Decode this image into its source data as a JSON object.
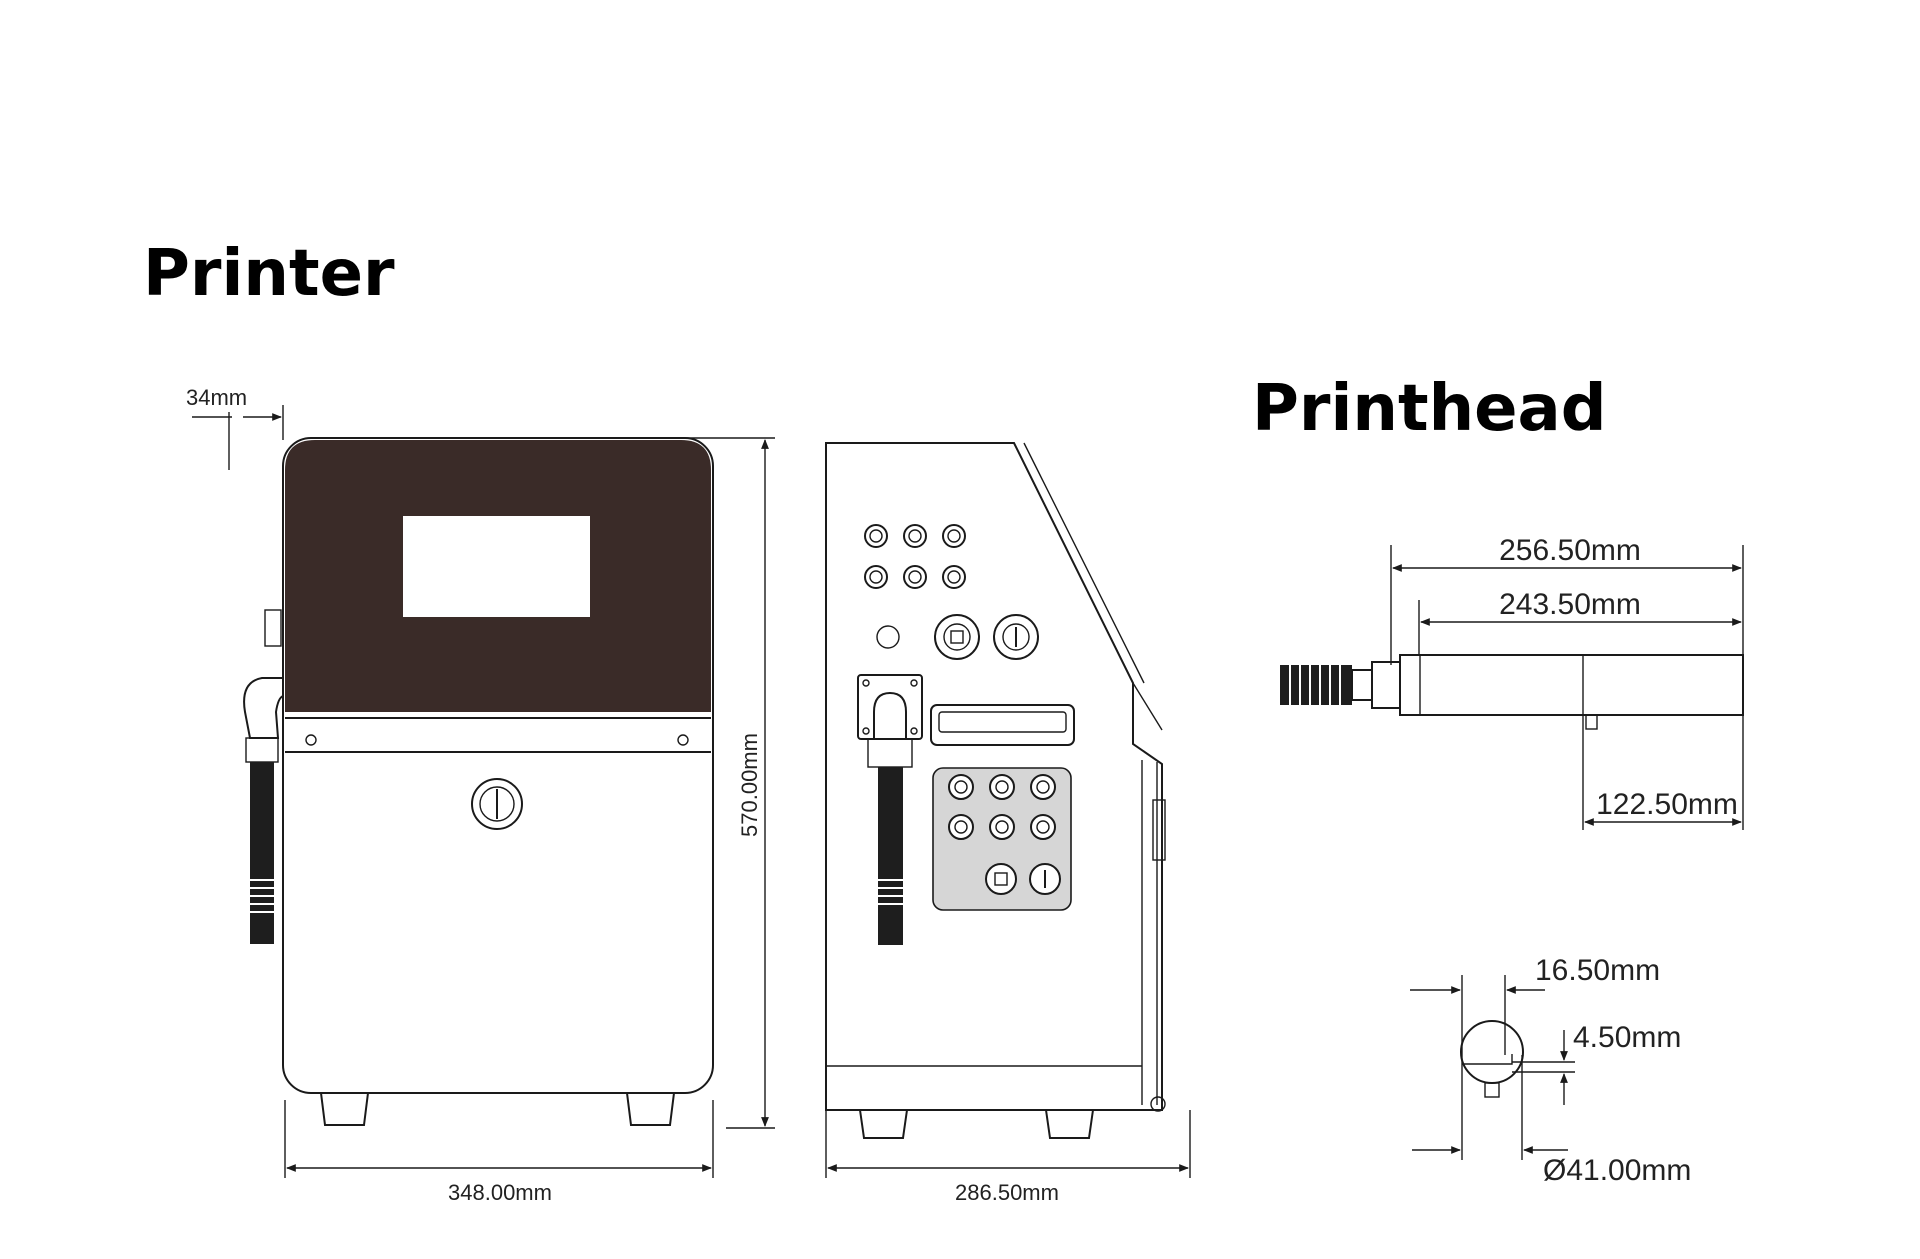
{
  "titles": {
    "printer": "Printer",
    "printhead": "Printhead"
  },
  "printer": {
    "dims": {
      "hose_offset": "34mm",
      "height": "570.00mm",
      "front_width": "348.00mm",
      "side_depth": "286.50mm"
    }
  },
  "printhead": {
    "dims": {
      "total_length": "256.50mm",
      "body_length": "243.50mm",
      "nozzle_position": "122.50mm",
      "nozzle_offset": "16.50mm",
      "nozzle_height": "4.50mm",
      "diameter": "Ø41.00mm"
    }
  },
  "colors": {
    "line": "#1a1a1a",
    "panel": "#3a2b28",
    "plate": "#d6d6d6"
  }
}
